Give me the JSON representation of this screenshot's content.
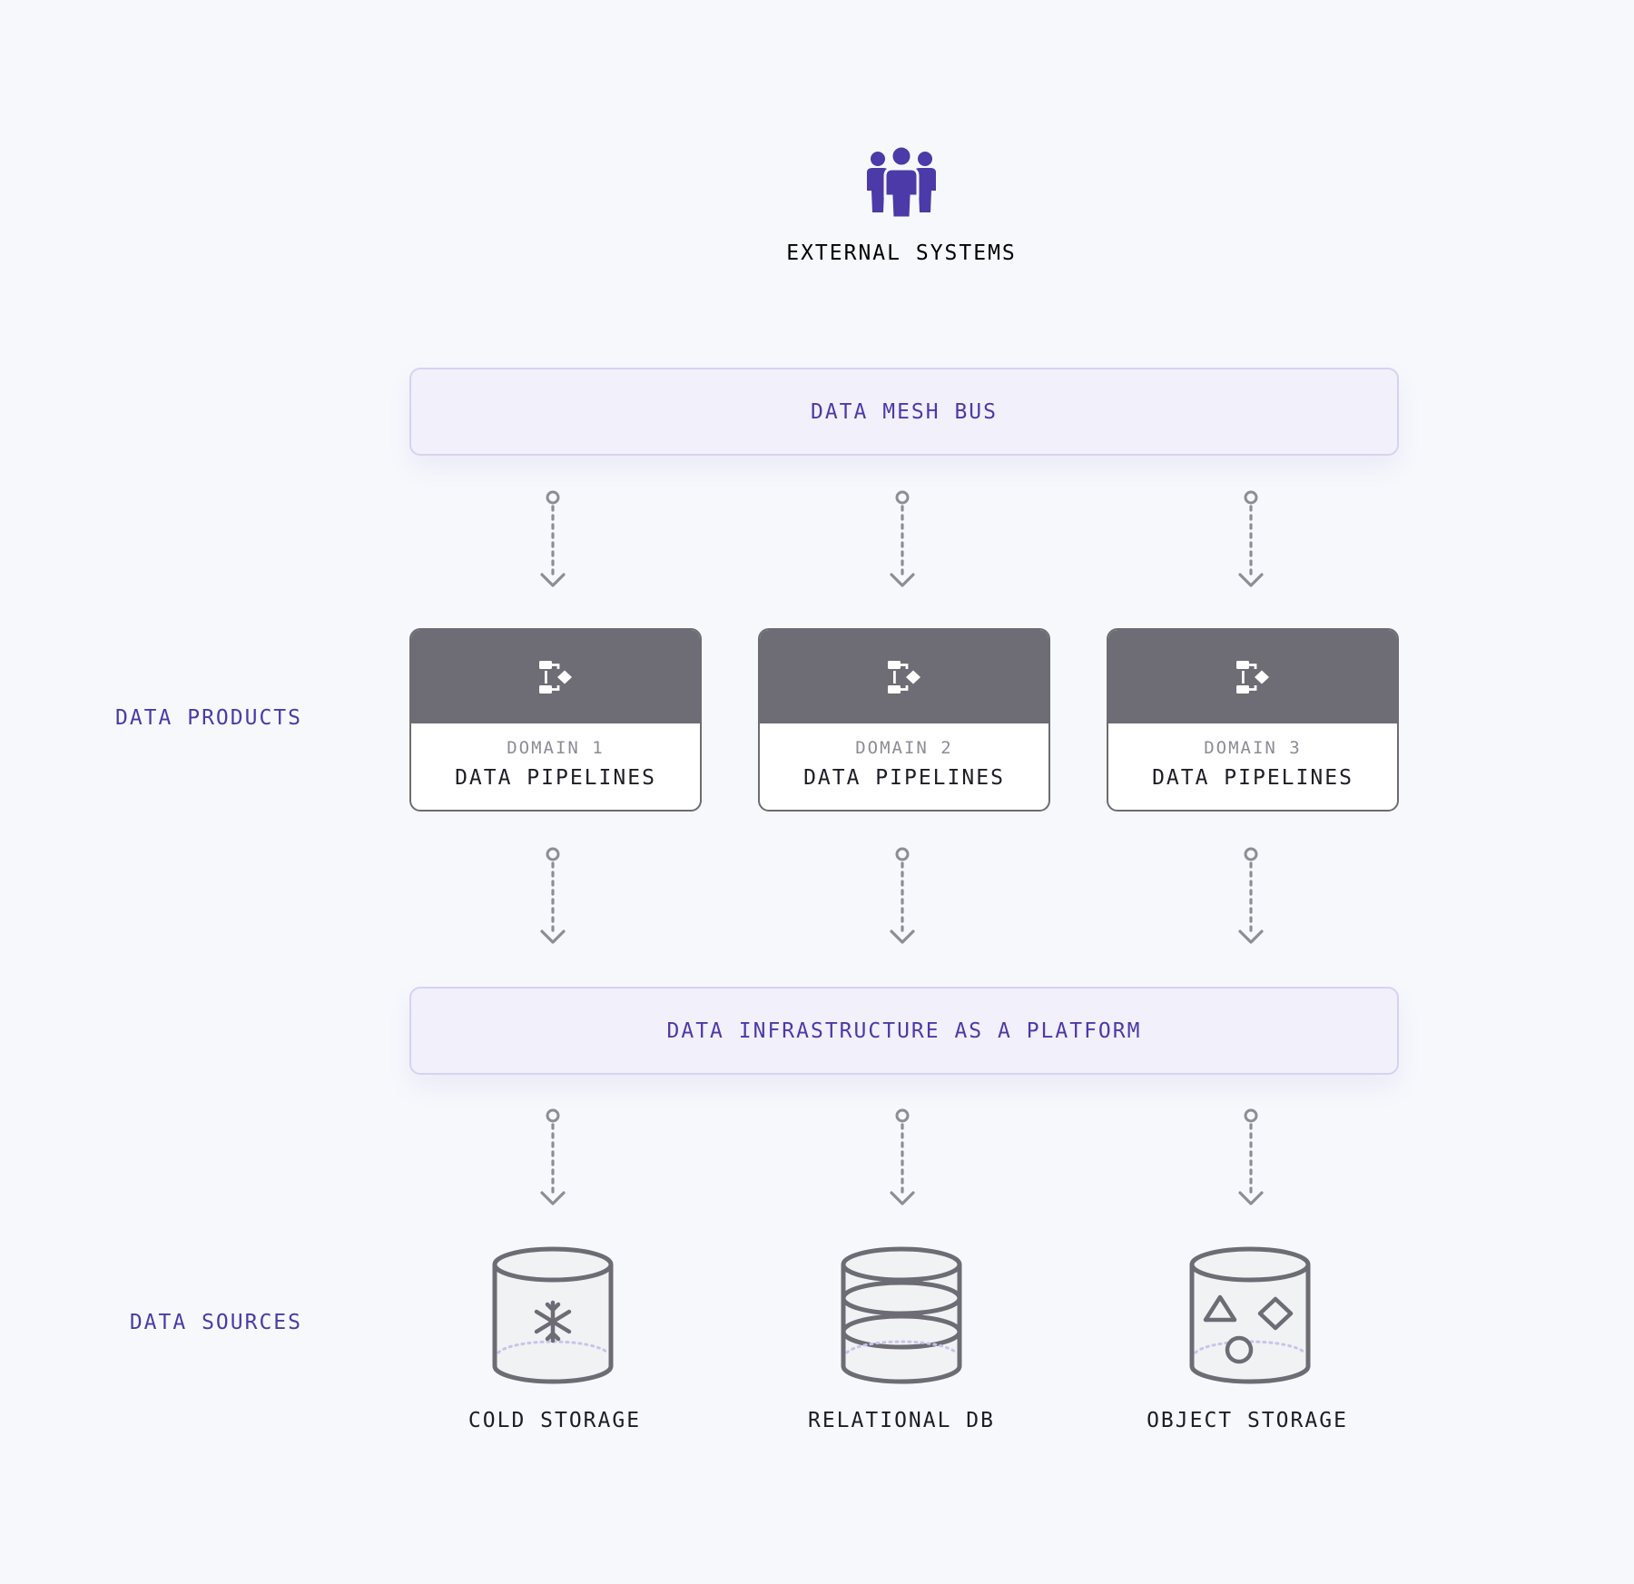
{
  "external_systems": {
    "icon": "people-group-icon",
    "label": "EXTERNAL SYSTEMS"
  },
  "mesh_bus": {
    "label": "DATA MESH BUS"
  },
  "row_labels": {
    "products": "DATA PRODUCTS",
    "sources": "DATA SOURCES"
  },
  "domains": [
    {
      "domain": "DOMAIN 1",
      "title": "DATA PIPELINES",
      "icon": "pipeline-icon"
    },
    {
      "domain": "DOMAIN 2",
      "title": "DATA PIPELINES",
      "icon": "pipeline-icon"
    },
    {
      "domain": "DOMAIN 3",
      "title": "DATA PIPELINES",
      "icon": "pipeline-icon"
    }
  ],
  "infrastructure": {
    "label": "DATA INFRASTRUCTURE AS A PLATFORM"
  },
  "sources": [
    {
      "label": "COLD STORAGE",
      "icon": "snowflake-database-icon"
    },
    {
      "label": "RELATIONAL DB",
      "icon": "stacked-database-icon"
    },
    {
      "label": "OBJECT STORAGE",
      "icon": "shapes-database-icon"
    }
  ],
  "colors": {
    "accent": "#4b3aa8",
    "band_fill": "#f1f0fb",
    "card_header": "#6e6d76",
    "connector": "#8e8d96",
    "background": "#f7f8fc"
  }
}
